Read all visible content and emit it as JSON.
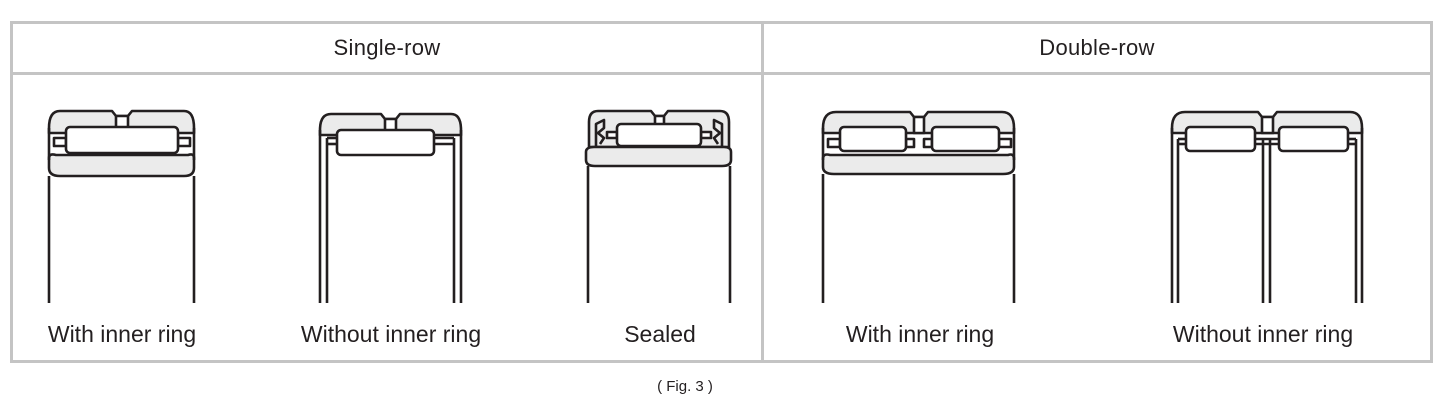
{
  "figure": {
    "caption": "( Fig. 3 )",
    "colors": {
      "grid": "#c4c4c4",
      "line": "#231f20",
      "fill": "#ebebeb"
    }
  },
  "table": {
    "groups": [
      {
        "label": "Single-row",
        "items": [
          {
            "label": "With inner ring"
          },
          {
            "label": "Without inner ring"
          },
          {
            "label": "Sealed"
          }
        ]
      },
      {
        "label": "Double-row",
        "items": [
          {
            "label": "With inner ring"
          },
          {
            "label": "Without inner ring"
          }
        ]
      }
    ]
  }
}
